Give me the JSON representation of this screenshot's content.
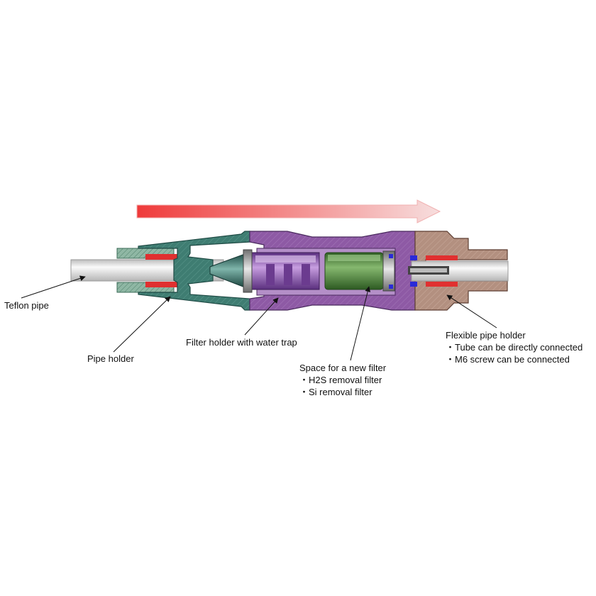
{
  "labels": {
    "teflon_pipe": "Teflon pipe",
    "pipe_holder": "Pipe holder",
    "filter_holder": "Filter holder with water trap",
    "filter_space": {
      "title": "Space for a new filter",
      "items": [
        "・H2S removal filter",
        "・Si removal filter"
      ]
    },
    "flexible_holder": {
      "title": "Flexible pipe holder",
      "items": [
        "・Tube can be directly connected",
        "・M6 screw can be connected"
      ]
    }
  },
  "colors": {
    "flow_arrow_start": "#ef3a3a",
    "flow_arrow_end": "#f6d2d2",
    "teal_body": "#3f7d72",
    "purple_body": "#8e5aa5",
    "brown_fitting": "#b39080",
    "green_filter": "#4e8a3e",
    "red_seal": "#e03030",
    "blue_seal": "#2a2ad8",
    "pipe": "#d6d6d6"
  }
}
